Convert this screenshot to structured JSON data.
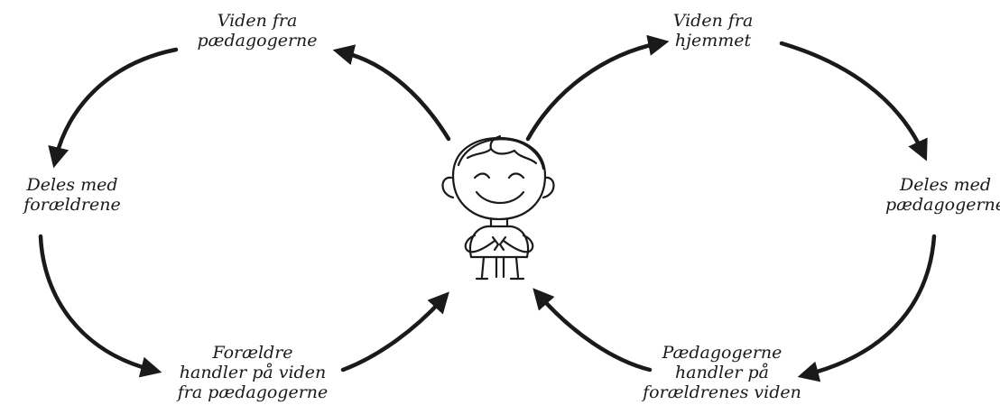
{
  "diagram": {
    "left_cycle": {
      "top_node": [
        "Viden fra",
        "pædagogerne"
      ],
      "side_node": [
        "Deles med",
        "forældrene"
      ],
      "bottom_node": [
        "Forældre",
        "handler på viden",
        "fra pædagogerne"
      ]
    },
    "right_cycle": {
      "top_node": [
        "Viden fra",
        "hjemmet"
      ],
      "side_node": [
        "Deles med",
        "pædagogerne"
      ],
      "bottom_node": [
        "Pædagogerne",
        "handler på",
        "forældrenes viden"
      ]
    },
    "center_icon": "smiling-child-icon",
    "colors": {
      "ink": "#1a1a1a",
      "background": "#ffffff"
    }
  }
}
